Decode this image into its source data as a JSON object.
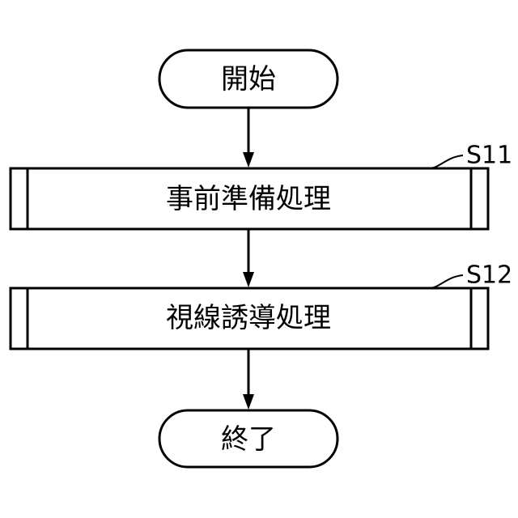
{
  "flowchart": {
    "start": {
      "label": "開始"
    },
    "steps": [
      {
        "id": "S11",
        "label": "事前準備処理"
      },
      {
        "id": "S12",
        "label": "視線誘導処理"
      }
    ],
    "end": {
      "label": "終了"
    }
  },
  "colors": {
    "stroke": "#000000",
    "background": "#ffffff",
    "text": "#000000"
  }
}
